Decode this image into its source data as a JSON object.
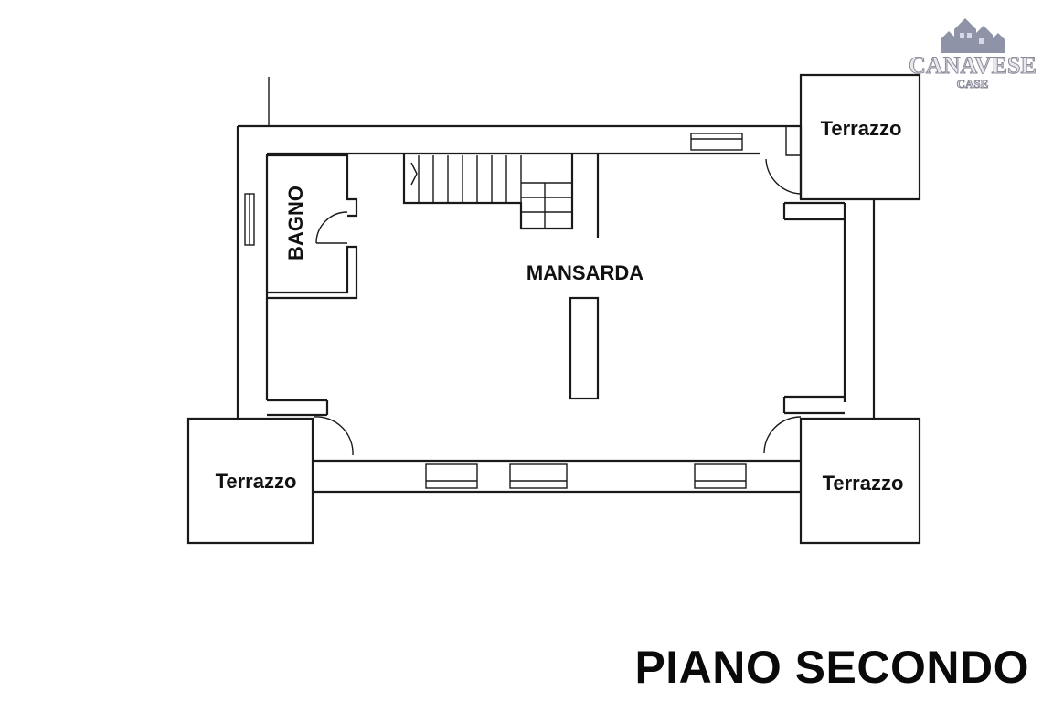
{
  "rooms": {
    "bagno": "BAGNO",
    "mansarda": "MANSARDA",
    "terrazzo_top_right": "Terrazzo",
    "terrazzo_bottom_left": "Terrazzo",
    "terrazzo_bottom_right": "Terrazzo"
  },
  "plan_title": "PIANO SECONDO",
  "logo": {
    "brand": "CANAVESE",
    "sub": "CASE"
  },
  "colors": {
    "ink": "#1a1a1a",
    "background": "#ffffff",
    "logo_accent": "#6a6f8a"
  }
}
